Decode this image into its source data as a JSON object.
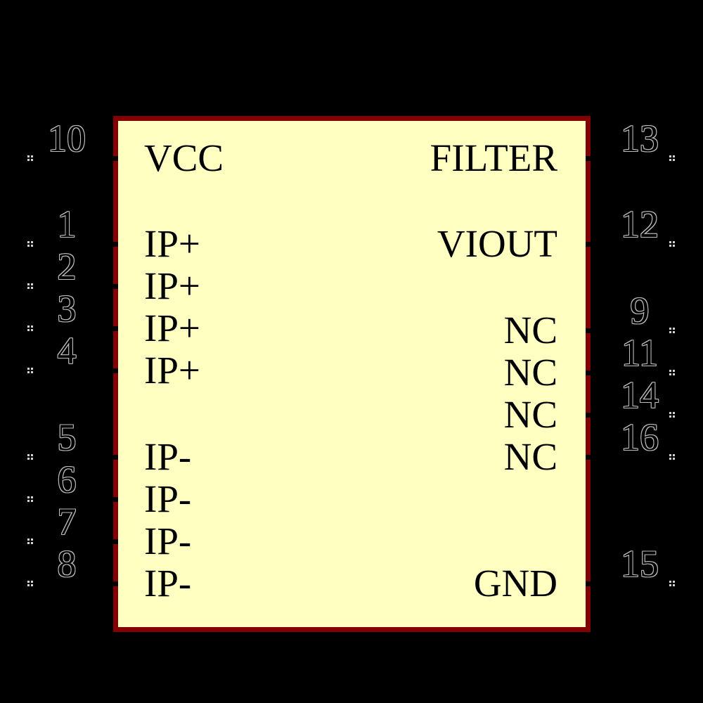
{
  "component": {
    "type": "schematic-symbol",
    "colors": {
      "background": "#000000",
      "body_fill": "#FFFFC2",
      "body_outline": "#840000",
      "pin_label": "#000000",
      "pin_number_fill": "#000000",
      "pin_number_outline": "#BEBEBE",
      "pin_line": "#000000",
      "endpoint_dots": "#D2D2D2"
    },
    "pins": {
      "left": [
        {
          "number": "10",
          "label": "VCC"
        },
        {
          "number": "1",
          "label": "IP+"
        },
        {
          "number": "2",
          "label": "IP+"
        },
        {
          "number": "3",
          "label": "IP+"
        },
        {
          "number": "4",
          "label": "IP+"
        },
        {
          "number": "5",
          "label": "IP-"
        },
        {
          "number": "6",
          "label": "IP-"
        },
        {
          "number": "7",
          "label": "IP-"
        },
        {
          "number": "8",
          "label": "IP-"
        }
      ],
      "right": [
        {
          "number": "13",
          "label": "FILTER"
        },
        {
          "number": "12",
          "label": "VIOUT"
        },
        {
          "number": "9",
          "label": "NC"
        },
        {
          "number": "11",
          "label": "NC"
        },
        {
          "number": "14",
          "label": "NC"
        },
        {
          "number": "16",
          "label": "NC"
        },
        {
          "number": "15",
          "label": "GND"
        }
      ]
    }
  }
}
